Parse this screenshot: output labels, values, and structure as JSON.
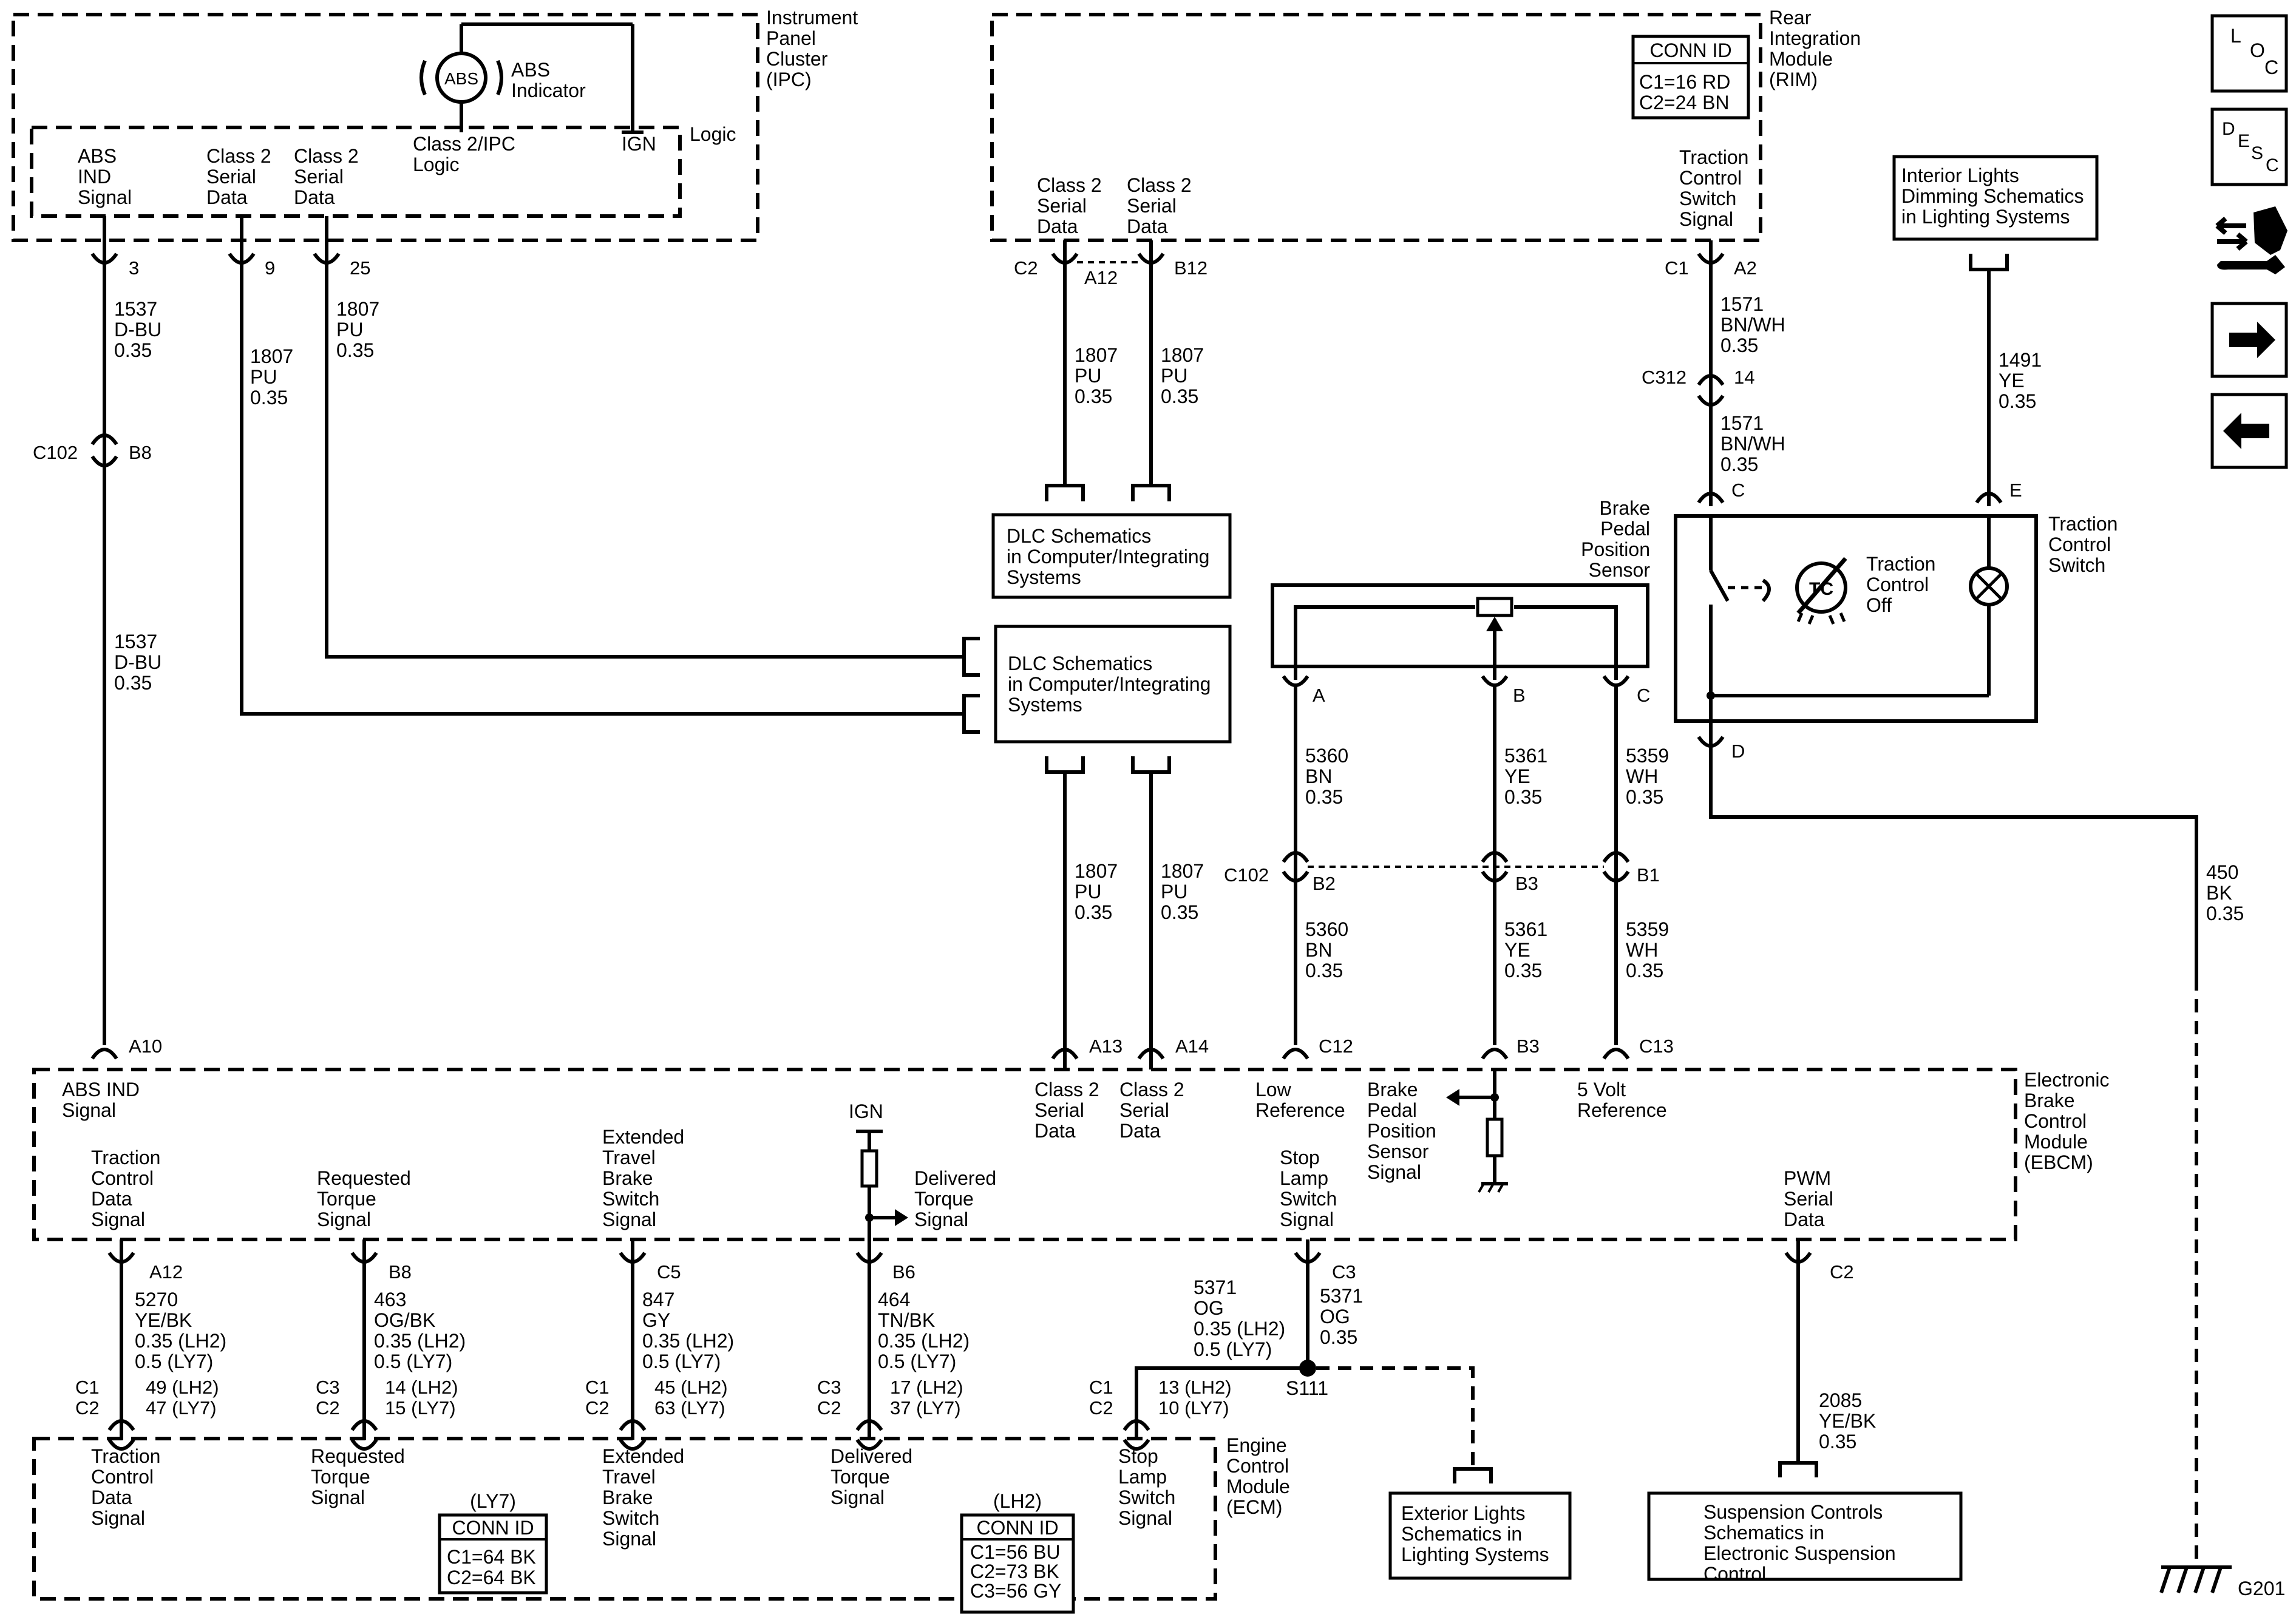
{
  "ipc": {
    "name": [
      "Instrument",
      "Panel",
      "Cluster",
      "(IPC)"
    ],
    "logic": "Logic",
    "abs_symbol": "ABS",
    "abs_indicator": [
      "ABS",
      "Indicator"
    ],
    "ign": "IGN",
    "class2_ipc_logic": [
      "Class 2/IPC",
      "Logic"
    ],
    "abs_ind_signal": [
      "ABS",
      "IND",
      "Signal"
    ],
    "serial_1": [
      "Class 2",
      "Serial",
      "Data"
    ],
    "serial_2": [
      "Class 2",
      "Serial",
      "Data"
    ]
  },
  "rim": {
    "name": [
      "Rear",
      "Integration",
      "Module",
      "(RIM)"
    ],
    "conn_id": [
      "CONN ID",
      "C1=16 RD",
      "C2=24 BN"
    ],
    "serial_1": [
      "Class 2",
      "Serial",
      "Data"
    ],
    "serial_2": [
      "Class 2",
      "Serial",
      "Data"
    ],
    "tcs_signal": [
      "Traction",
      "Control",
      "Switch",
      "Signal"
    ]
  },
  "interior_lights": [
    "Interior Lights",
    "Dimming Schematics",
    "in Lighting Systems"
  ],
  "nav": {
    "loc": [
      "L",
      "O",
      "C"
    ],
    "desc": [
      "D",
      "E",
      "S",
      "C"
    ]
  },
  "dlc_1": [
    "DLC Schematics",
    "in Computer/Integrating",
    "Systems"
  ],
  "dlc_2": [
    "DLC Schematics",
    "in Computer/Integrating",
    "Systems"
  ],
  "bpp_sensor": [
    "Brake",
    "Pedal",
    "Position",
    "Sensor"
  ],
  "tc_switch": {
    "name": [
      "Traction",
      "Control",
      "Switch"
    ],
    "off_label": [
      "Traction",
      "Control",
      "Off"
    ],
    "symbol": "TC"
  },
  "ebcm": {
    "name": [
      "Electronic",
      "Brake",
      "Control",
      "Module",
      "(EBCM)"
    ],
    "abs_ind": [
      "ABS IND",
      "Signal"
    ],
    "serial_1": [
      "Class 2",
      "Serial",
      "Data"
    ],
    "serial_2": [
      "Class 2",
      "Serial",
      "Data"
    ],
    "low_ref": [
      "Low",
      "Reference"
    ],
    "bpp_signal": [
      "Brake",
      "Pedal",
      "Position",
      "Sensor",
      "Signal"
    ],
    "five_v_ref": [
      "5 Volt",
      "Reference"
    ],
    "tc_data": [
      "Traction",
      "Control",
      "Data",
      "Signal"
    ],
    "req_torque": [
      "Requested",
      "Torque",
      "Signal"
    ],
    "ext_travel": [
      "Extended",
      "Travel",
      "Brake",
      "Switch",
      "Signal"
    ],
    "ign": "IGN",
    "delivered": [
      "Delivered",
      "Torque",
      "Signal"
    ],
    "stop_lamp": [
      "Stop",
      "Lamp",
      "Switch",
      "Signal"
    ],
    "pwm": [
      "PWM",
      "Serial",
      "Data"
    ]
  },
  "ecm": {
    "name": [
      "Engine",
      "Control",
      "Module",
      "(ECM)"
    ],
    "tc_data": [
      "Traction",
      "Control",
      "Data",
      "Signal"
    ],
    "req_torque": [
      "Requested",
      "Torque",
      "Signal"
    ],
    "ext_travel": [
      "Extended",
      "Travel",
      "Brake",
      "Switch",
      "Signal"
    ],
    "delivered": [
      "Delivered",
      "Torque",
      "Signal"
    ],
    "stop_lamp": [
      "Stop",
      "Lamp",
      "Switch",
      "Signal"
    ],
    "ly7_tag": "(LY7)",
    "ly7_conn": [
      "CONN ID",
      "C1=64 BK",
      "C2=64 BK"
    ],
    "lh2_tag": "(LH2)",
    "lh2_conn": [
      "CONN ID",
      "C1=56 BU",
      "C2=73 BK",
      "C3=56 GY"
    ]
  },
  "ext_lights": [
    "Exterior Lights",
    "Schematics in",
    "Lighting Systems"
  ],
  "suspension": [
    "Suspension Controls",
    "Schematics in",
    "Electronic Suspension",
    "Control"
  ],
  "ground": "G201",
  "splice": "S111",
  "wires": {
    "w1537_top": [
      "1537",
      "D-BU",
      "0.35"
    ],
    "w1537_bot": [
      "1537",
      "D-BU",
      "0.35"
    ],
    "w1807_ipc9": [
      "1807",
      "PU",
      "0.35"
    ],
    "w1807_ipc25": [
      "1807",
      "PU",
      "0.35"
    ],
    "w1807_rim_a": [
      "1807",
      "PU",
      "0.35"
    ],
    "w1807_rim_b": [
      "1807",
      "PU",
      "0.35"
    ],
    "w1807_eb_a": [
      "1807",
      "PU",
      "0.35"
    ],
    "w1807_eb_b": [
      "1807",
      "PU",
      "0.35"
    ],
    "w1571_top": [
      "1571",
      "BN/WH",
      "0.35"
    ],
    "w1571_bot": [
      "1571",
      "BN/WH",
      "0.35"
    ],
    "w1491": [
      "1491",
      "YE",
      "0.35"
    ],
    "w450": [
      "450",
      "BK",
      "0.35"
    ],
    "w5360_top": [
      "5360",
      "BN",
      "0.35"
    ],
    "w5361_top": [
      "5361",
      "YE",
      "0.35"
    ],
    "w5359_top": [
      "5359",
      "WH",
      "0.35"
    ],
    "w5360_bot": [
      "5360",
      "BN",
      "0.35"
    ],
    "w5361_bot": [
      "5361",
      "YE",
      "0.35"
    ],
    "w5359_bot": [
      "5359",
      "WH",
      "0.35"
    ],
    "w5270": [
      "5270",
      "YE/BK",
      "0.35 (LH2)",
      "0.5 (LY7)"
    ],
    "w463": [
      "463",
      "OG/BK",
      "0.35 (LH2)",
      "0.5 (LY7)"
    ],
    "w847": [
      "847",
      "GY",
      "0.35 (LH2)",
      "0.5 (LY7)"
    ],
    "w464": [
      "464",
      "TN/BK",
      "0.35 (LH2)",
      "0.5 (LY7)"
    ],
    "w5371_left": [
      "5371",
      "OG",
      "0.35 (LH2)",
      "0.5 (LY7)"
    ],
    "w5371_right": [
      "5371",
      "OG",
      "0.35"
    ],
    "w2085": [
      "2085",
      "YE/BK",
      "0.35"
    ]
  },
  "pins": {
    "ipc3": "3",
    "ipc9": "9",
    "ipc25": "25",
    "c102": "C102",
    "b8": "B8",
    "a10": "A10",
    "rim_c2": "C2",
    "rim_a12": "A12",
    "rim_b12": "B12",
    "rim_c1": "C1",
    "rim_a2": "A2",
    "c312": "C312",
    "c312_14": "14",
    "tcs_c": "C",
    "tcs_e": "E",
    "tcs_d": "D",
    "bpp_a": "A",
    "bpp_b": "B",
    "bpp_c": "C",
    "c102b": "C102",
    "b2": "B2",
    "b3": "B3",
    "b1": "B1",
    "a13": "A13",
    "a14": "A14",
    "c12": "C12",
    "eb_b3": "B3",
    "c13": "C13",
    "eb_a12": "A12",
    "eb_b8": "B8",
    "eb_c5": "C5",
    "eb_b6": "B6",
    "eb_c3": "C3",
    "eb_c2": "C2",
    "c1_a": [
      "C1",
      "C2"
    ],
    "c1_a_val": [
      "49 (LH2)",
      "47 (LY7)"
    ],
    "c3_a": [
      "C3",
      "C2"
    ],
    "c3_a_val": [
      "14 (LH2)",
      "15 (LY7)"
    ],
    "c1_b": [
      "C1",
      "C2"
    ],
    "c1_b_val": [
      "45 (LH2)",
      "63 (LY7)"
    ],
    "c3_b": [
      "C3",
      "C2"
    ],
    "c3_b_val": [
      "17 (LH2)",
      "37 (LY7)"
    ],
    "c1_c": [
      "C1",
      "C2"
    ],
    "c1_c_val": [
      "13 (LH2)",
      "10 (LY7)"
    ]
  }
}
